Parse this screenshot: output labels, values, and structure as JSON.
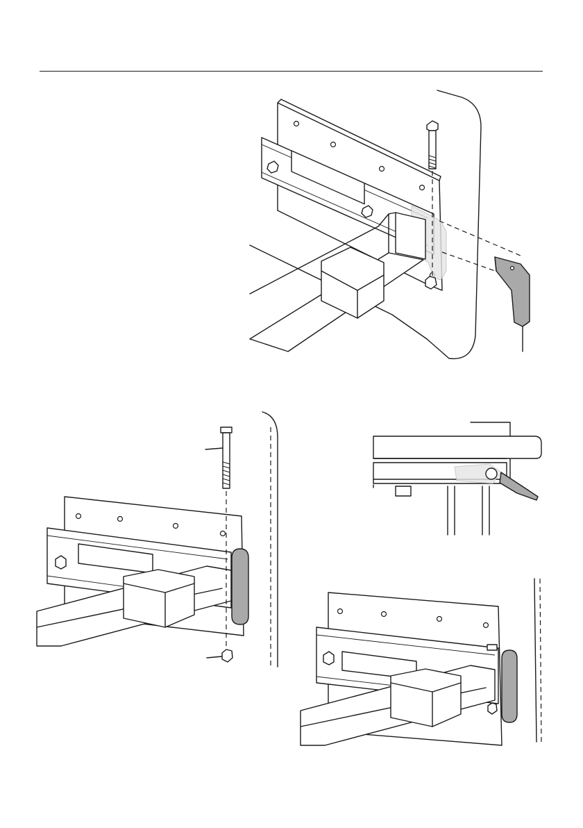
{
  "page": {
    "header_rule": true,
    "figures": [
      {
        "id": "step-1",
        "subject": "bracket-clip-exploded-view"
      },
      {
        "id": "step-2",
        "subject": "bolt-insertion-view"
      },
      {
        "id": "step-3",
        "subject": "side-profile-view"
      },
      {
        "id": "step-4",
        "subject": "assembled-view"
      }
    ],
    "colors": {
      "line": "#1a1a1a",
      "clip": "#a9a9a9",
      "paper": "#ffffff"
    }
  }
}
